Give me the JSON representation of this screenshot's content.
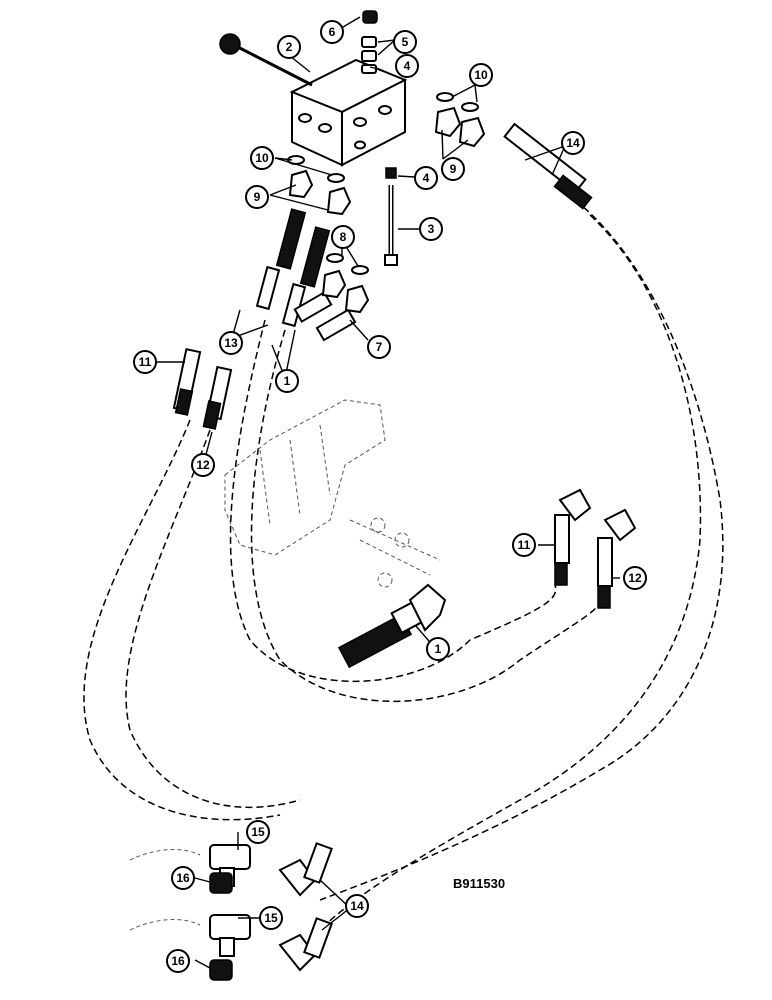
{
  "figure_code": "B911530",
  "callouts": [
    "1",
    "2",
    "3",
    "4",
    "5",
    "6",
    "7",
    "8",
    "9",
    "10",
    "11",
    "12",
    "13",
    "14",
    "15",
    "16"
  ]
}
